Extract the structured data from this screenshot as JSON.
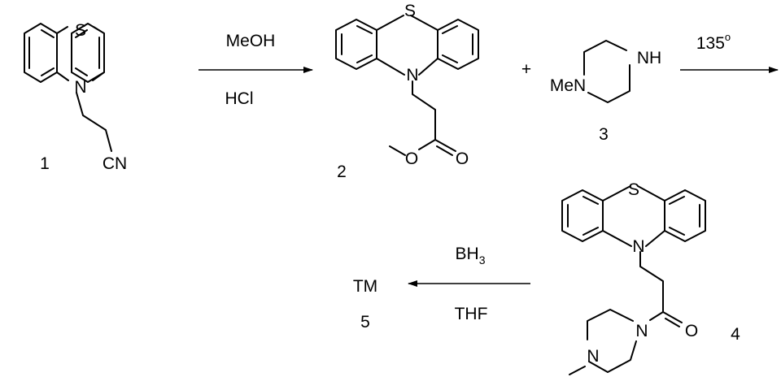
{
  "compounds": {
    "c1": {
      "label": "1",
      "atoms": {
        "s": "S",
        "n": "N",
        "cn": "CN"
      }
    },
    "c2": {
      "label": "2",
      "atoms": {
        "s": "S",
        "n": "N",
        "o_ester": "O",
        "o_carbonyl": "O"
      }
    },
    "c3": {
      "label": "3",
      "atoms": {
        "nh": "NH",
        "men": "MeN"
      }
    },
    "c4": {
      "label": "4",
      "atoms": {
        "s": "S",
        "n": "N",
        "n_amide": "N",
        "o": "O",
        "n_me": "N"
      }
    },
    "c5": {
      "label": "5",
      "name": "TM"
    }
  },
  "plus_sign": "+",
  "steps": {
    "step1": {
      "above": "MeOH",
      "below": "HCl"
    },
    "step2": {
      "above_base": "135",
      "above_sup": "o"
    },
    "step3": {
      "above_base": "BH",
      "above_sub": "3",
      "below": "THF"
    }
  }
}
